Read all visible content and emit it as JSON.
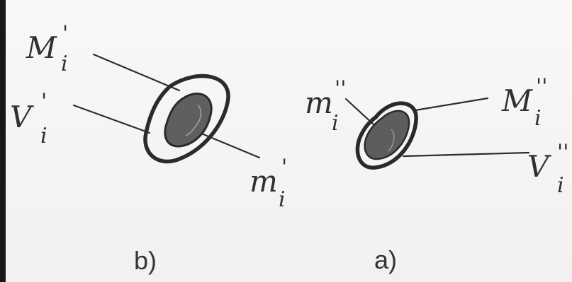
{
  "diagram": {
    "panel_b": {
      "outer_label": "M",
      "outer_subscript": "i",
      "outer_prime": "'",
      "middle_label": "V",
      "middle_subscript": "i",
      "middle_prime": "'",
      "inner_label": "m",
      "inner_subscript": "i",
      "inner_prime": "'",
      "caption": "b)"
    },
    "panel_a": {
      "inner_label": "m",
      "inner_subscript": "i",
      "inner_prime": "''",
      "outer_label": "M",
      "outer_subscript": "i",
      "outer_prime": "''",
      "middle_label": "V",
      "middle_subscript": "i",
      "middle_prime": "''",
      "caption": "a)"
    }
  }
}
